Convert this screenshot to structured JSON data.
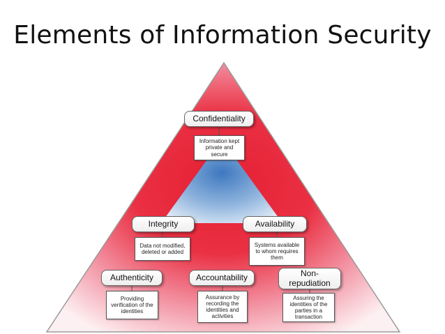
{
  "title": "Elements of Information Security",
  "elements": {
    "confidentiality": {
      "label": "Confidentiality",
      "description": "Information kept private and secure"
    },
    "integrity": {
      "label": "Integrity",
      "description": "Data not modified, deleted or added"
    },
    "availability": {
      "label": "Availability",
      "description": "Systems available to whom requires them"
    },
    "authenticity": {
      "label": "Authenticity",
      "description": "Providing verification of the identities"
    },
    "accountability": {
      "label": "Accountability",
      "description": "Assurance by recording the identities and activities"
    },
    "non_repudiation": {
      "label": "Non-repudiation",
      "description": "Assuring the identities of the parties in a transaction"
    }
  },
  "colors": {
    "outer_triangle": "#e8283a",
    "outer_triangle_light": "#fbe6e9",
    "inner_triangle": "#4f86c6",
    "inner_triangle_light": "#dbe8f5"
  }
}
